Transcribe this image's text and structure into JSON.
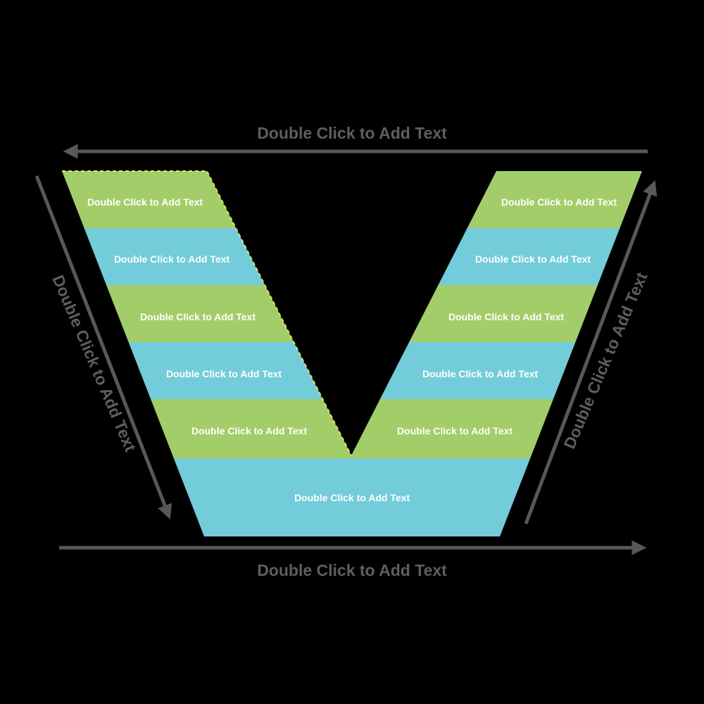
{
  "canvas": {
    "background": "#000000",
    "selection_color": "#eaf35c"
  },
  "colors": {
    "green": "#a3cd69",
    "blue": "#73ccd9",
    "arrow_gray": "#58585a",
    "axis_text_gray": "#5e5e60",
    "band_text": "#ffffff"
  },
  "axis_labels": {
    "top": "Double Click to Add Text",
    "bottom": "Double Click to Add Text",
    "left": "Double Click to Add Text",
    "right": "Double Click to Add Text"
  },
  "bands": [
    {
      "row": 1,
      "fill": "#a3cd69",
      "label": "Double Click to Add Text"
    },
    {
      "row": 2,
      "fill": "#73ccd9",
      "label": "Double Click to Add Text"
    },
    {
      "row": 3,
      "fill": "#a3cd69",
      "label": "Double Click to Add Text"
    },
    {
      "row": 4,
      "fill": "#73ccd9",
      "label": "Double Click to Add Text"
    },
    {
      "row": 5,
      "fill": "#a3cd69",
      "label": "Double Click to Add Text"
    },
    {
      "row": 6,
      "fill": "#73ccd9",
      "label": "Double Click to Add Text"
    }
  ]
}
